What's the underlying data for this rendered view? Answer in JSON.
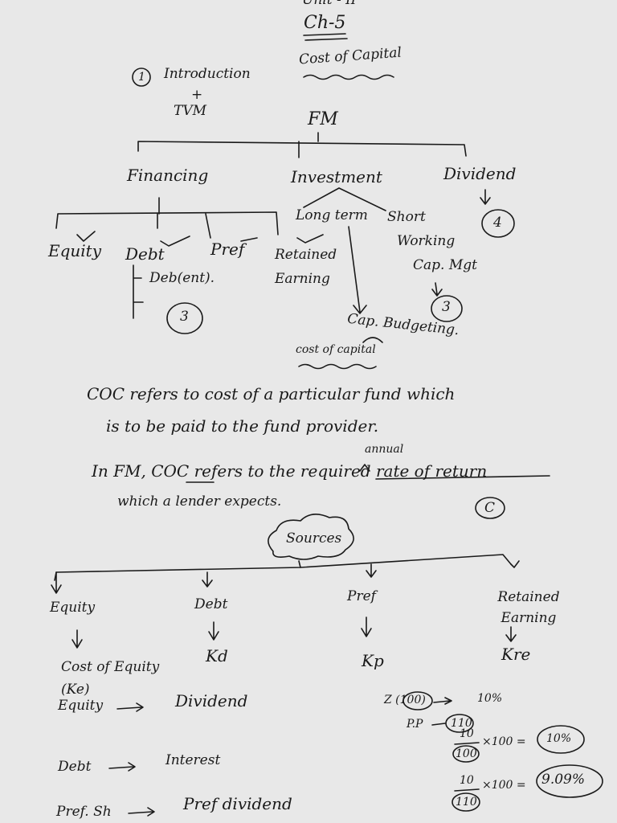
{
  "header": {
    "unit": "Unit - II",
    "chapter": "Ch-5",
    "title": "Cost of Capital"
  },
  "intro": {
    "number": "1",
    "label": "Introduction",
    "plus": "+",
    "tvm": "TVM"
  },
  "fm_tree": {
    "root": "FM",
    "branches": [
      "Financing",
      "Investment",
      "Dividend"
    ],
    "financing_items": [
      "Equity",
      "Debt",
      "Pref",
      "Retained Earning"
    ],
    "debt_sub": "Deb(ent).",
    "debt_circle": "3",
    "investment_items": [
      "Long term",
      "Short"
    ],
    "working_cap": [
      "Working",
      "Cap. Mgt"
    ],
    "working_circle": "3",
    "dividend_circle": "4",
    "cap_budgeting": "Cap. Budgeting.",
    "cost_of_capital": "cost of capital"
  },
  "definitions": {
    "line1": "COC refers to cost of a particular fund which",
    "line2": "is to be paid to the fund provider.",
    "annual": "annual",
    "line3": "In FM, COC refers to the required rate of return",
    "line4": "which a lender expects.",
    "circle_mark": "C"
  },
  "sources": {
    "title": "Sources",
    "items": [
      {
        "name": "Equity",
        "symbol": "Cost of Equity (Ke)"
      },
      {
        "name": "Debt",
        "symbol": "Kd"
      },
      {
        "name": "Pref",
        "symbol": "Kp"
      },
      {
        "name": "Retained Earning",
        "symbol": "Kre"
      }
    ]
  },
  "returns": [
    {
      "source": "Equity",
      "arrow": "→",
      "return": "Dividend"
    },
    {
      "source": "Debt",
      "arrow": "→",
      "return": "Interest"
    },
    {
      "source": "Pref. Sh",
      "arrow": "→",
      "return": "Pref dividend"
    }
  ],
  "example": {
    "line1_left": "Z (100)",
    "line1_right": "10%",
    "pp_label": "P.P",
    "pp_value": "110",
    "calc1_num": "10",
    "calc1_den": "100",
    "calc1_mult": "×100 =",
    "calc1_result": "10%",
    "calc2_num": "10",
    "calc2_den": "110",
    "calc2_mult": "×100 =",
    "calc2_result": "9.09%"
  }
}
